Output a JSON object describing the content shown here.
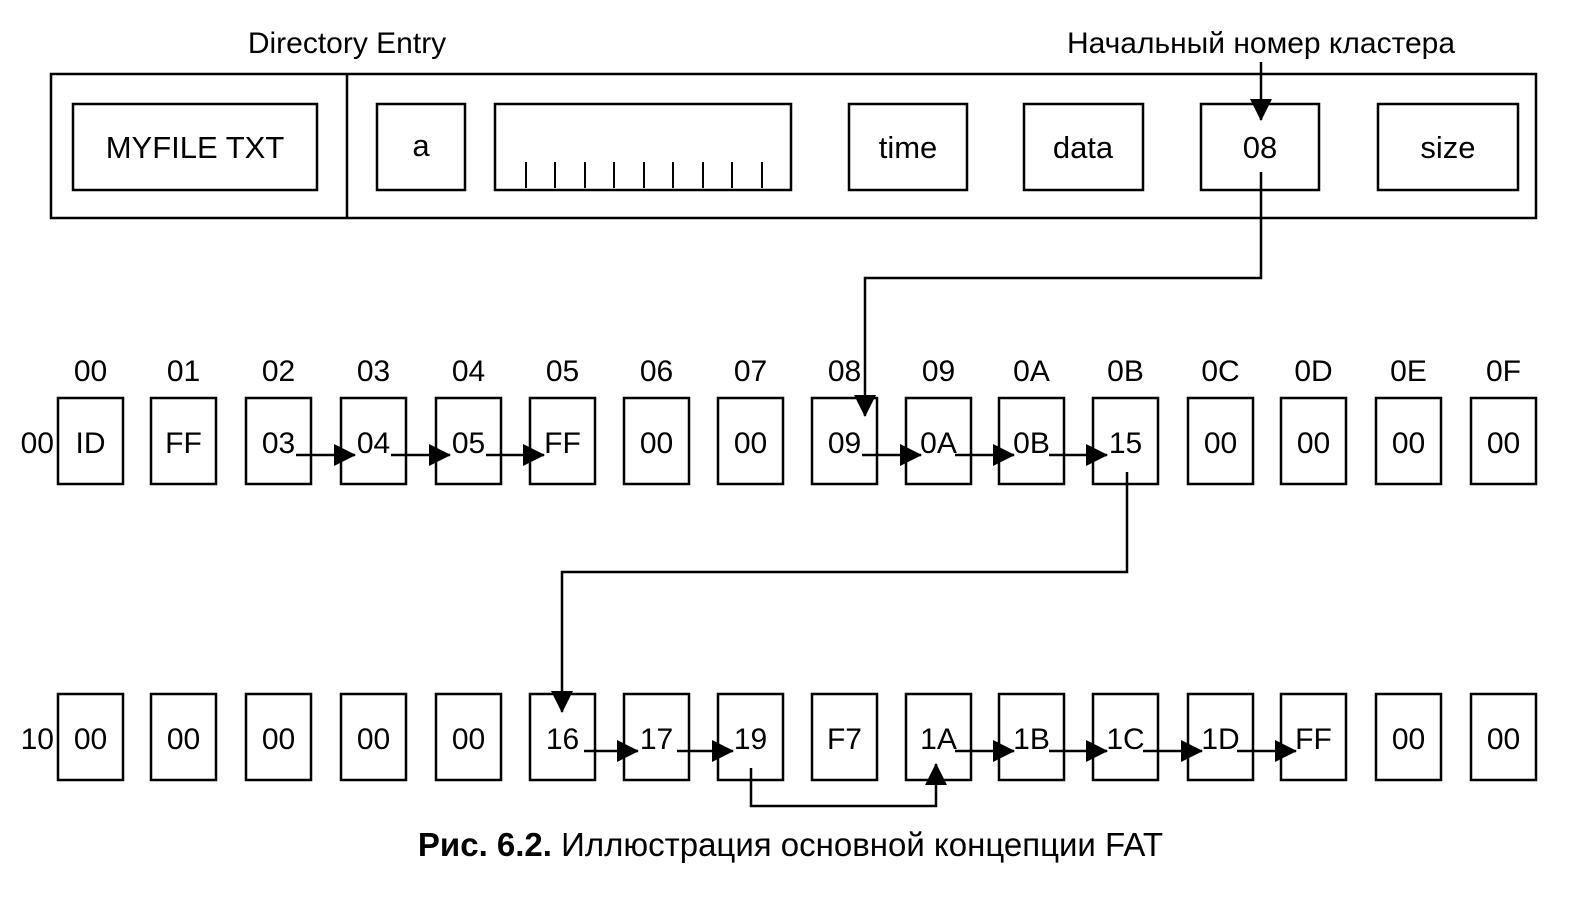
{
  "directory_entry": {
    "title": "Directory Entry",
    "filename": "MYFILE TXT",
    "attr": "a",
    "time": "time",
    "date": "data",
    "start_cluster": "08",
    "size": "size"
  },
  "start_cluster_label": "Начальный номер кластера",
  "fat": {
    "column_headers": [
      "00",
      "01",
      "02",
      "03",
      "04",
      "05",
      "06",
      "07",
      "08",
      "09",
      "0A",
      "0B",
      "0C",
      "0D",
      "0E",
      "0F"
    ],
    "rows": [
      {
        "label": "00",
        "cells": [
          "ID",
          "FF",
          "03",
          "04",
          "05",
          "FF",
          "00",
          "00",
          "09",
          "0A",
          "0B",
          "15",
          "00",
          "00",
          "00",
          "00"
        ]
      },
      {
        "label": "10",
        "cells": [
          "00",
          "00",
          "00",
          "00",
          "00",
          "16",
          "17",
          "19",
          "F7",
          "1A",
          "1B",
          "1C",
          "1D",
          "FF",
          "00",
          "00"
        ]
      }
    ]
  },
  "caption": {
    "bold": "Рис. 6.2.",
    "text": " Иллюстрация основной концепции FAT"
  }
}
